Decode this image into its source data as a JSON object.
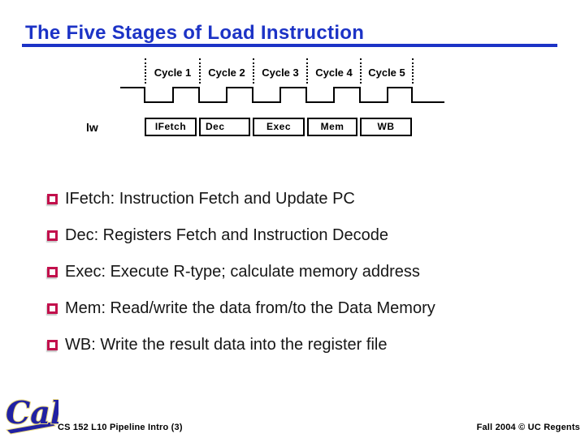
{
  "slide": {
    "title": "The Five Stages of Load Instruction",
    "footer_left": "CS 152 L10 Pipeline Intro (3)",
    "footer_right": "Fall 2004 © UC Regents",
    "logo_text": "Cal"
  },
  "diagram": {
    "instruction_label": "lw",
    "cycle_labels": [
      "Cycle 1",
      "Cycle 2",
      "Cycle 3",
      "Cycle 4",
      "Cycle 5"
    ],
    "stages": [
      "IFetch",
      "Dec",
      "Exec",
      "Mem",
      "WB"
    ]
  },
  "bullets": [
    "IFetch: Instruction Fetch and Update PC",
    "Dec: Registers Fetch and Instruction Decode",
    "Exec: Execute R-type; calculate memory address",
    "Mem: Read/write the data from/to the Data Memory",
    "WB: Write the result data into the register file"
  ],
  "colors": {
    "title_blue": "#1c33c6",
    "bullet_red": "#c2104c",
    "logo_blue": "#2121a3",
    "logo_gold": "#ead87f"
  }
}
